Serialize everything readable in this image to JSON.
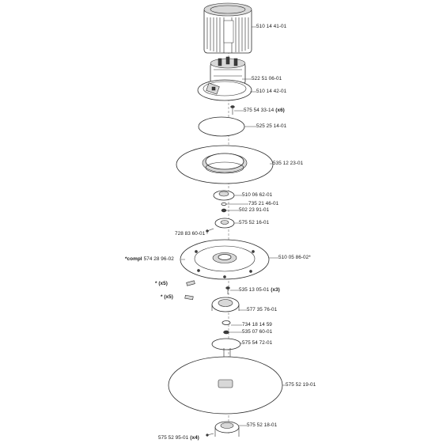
{
  "parts": [
    {
      "id": "p1",
      "label": "510 14 41-01",
      "qty": ""
    },
    {
      "id": "p2",
      "label": "522 51 06-01",
      "qty": ""
    },
    {
      "id": "p3",
      "label": "510 14 42-01",
      "qty": ""
    },
    {
      "id": "p4",
      "label": "575 54 33-14",
      "qty": "(x6)"
    },
    {
      "id": "p5",
      "label": "525 25 14-01",
      "qty": ""
    },
    {
      "id": "p6",
      "label": "535 12 23-01",
      "qty": ""
    },
    {
      "id": "p7",
      "label": "510 06 62-01",
      "qty": ""
    },
    {
      "id": "p8",
      "label": "735 21 46-01",
      "qty": ""
    },
    {
      "id": "p9",
      "label": "502 23 91-01",
      "qty": ""
    },
    {
      "id": "p10",
      "label": "575 52 16-01",
      "qty": ""
    },
    {
      "id": "p11",
      "label": "728 83 60-01",
      "qty": ""
    },
    {
      "id": "p12",
      "label": "510 05 86-02*",
      "qty": ""
    },
    {
      "id": "p13",
      "label": "574 28 96-02",
      "prefix": "*compl",
      "qty": ""
    },
    {
      "id": "p14",
      "label": "535 13 05-01",
      "qty": "(x3)"
    },
    {
      "id": "p15",
      "label": "577 35 76-01",
      "qty": ""
    },
    {
      "id": "p16",
      "label": "734 18 14 59",
      "qty": ""
    },
    {
      "id": "p17",
      "label": "535 07 60-01",
      "qty": ""
    },
    {
      "id": "p18",
      "label": "575 54 72-01",
      "qty": ""
    },
    {
      "id": "p19",
      "label": "575 52 19-01",
      "qty": ""
    },
    {
      "id": "p20",
      "label": "575 52 18-01",
      "qty": ""
    },
    {
      "id": "p21",
      "label": "575 52 95-01",
      "qty": "(x4)"
    }
  ],
  "callouts": [
    {
      "id": "c1",
      "text": "* (x5)"
    },
    {
      "id": "c2",
      "text": "* (x5)"
    }
  ]
}
